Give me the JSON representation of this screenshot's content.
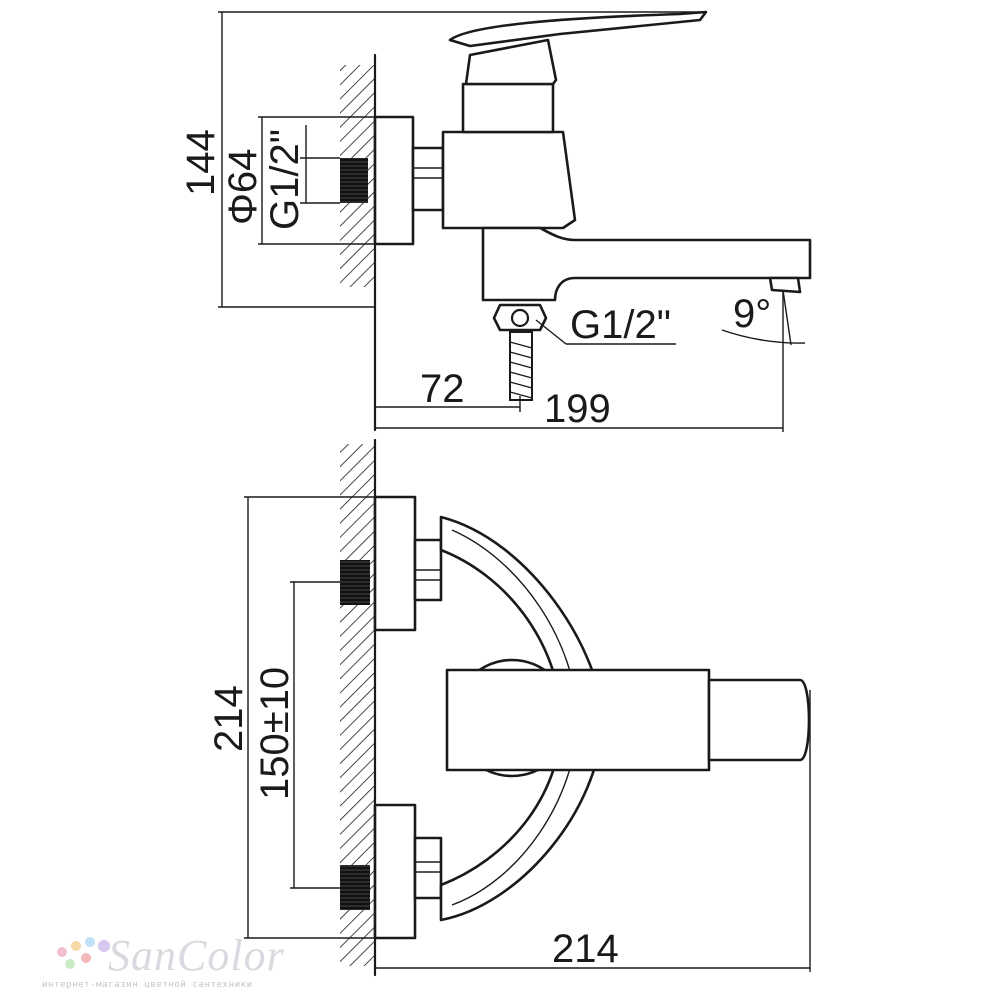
{
  "brand": {
    "name": "SanColor",
    "tagline": "интернет-магазин цветной сантехники",
    "dot_colors": [
      "#f3c0d0",
      "#f7d9a6",
      "#bfe0f5",
      "#d7c6ef",
      "#c9ecc4",
      "#f5b8b8"
    ]
  },
  "side_view": {
    "height": "144",
    "flange_diameter": "Φ64",
    "inlet_thread": "G1/2\"",
    "outlet_thread": "G1/2\"",
    "spout_angle": "9°",
    "inlet_offset": "72",
    "total_projection": "199"
  },
  "top_view": {
    "total_width": "214",
    "inlet_spacing": "150±10",
    "total_depth": "214"
  },
  "colors": {
    "line": "#1a1a1a",
    "background": "#ffffff"
  }
}
